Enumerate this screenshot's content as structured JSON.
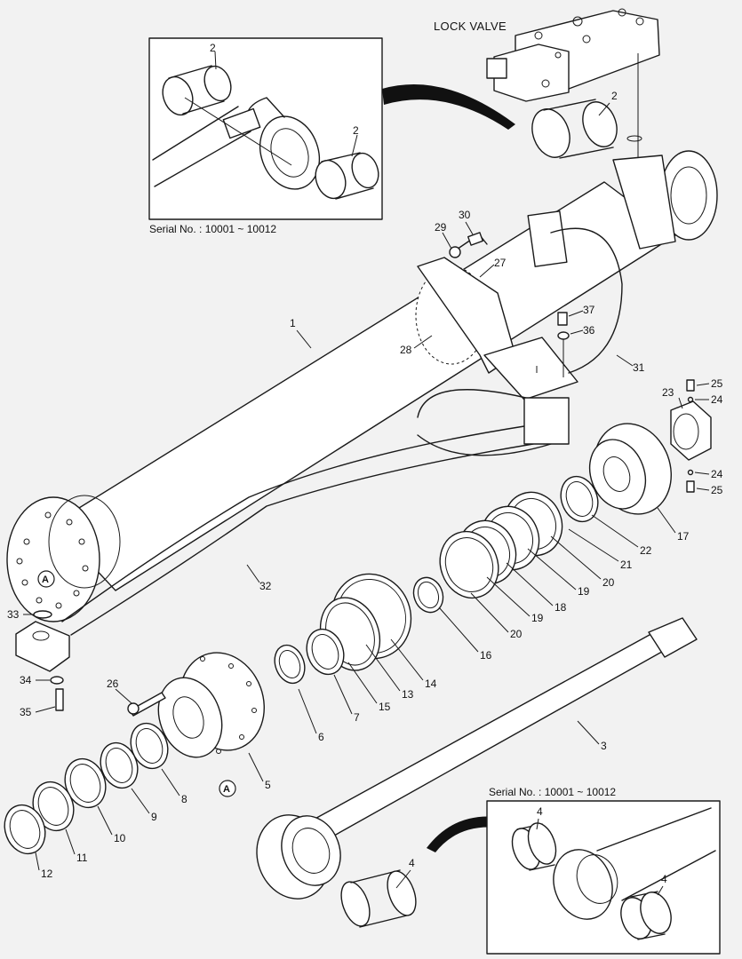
{
  "diagram": {
    "title": "LOCK VALVE",
    "inset_top": {
      "serial_label": "Serial No. : 10001 ~ 10012"
    },
    "inset_bottom": {
      "serial_label": "Serial No. : 10001 ~ 10012"
    },
    "marker_letter": "A",
    "callouts": {
      "c1": "1",
      "c2a": "2",
      "c2b": "2",
      "c2c": "2",
      "c3": "3",
      "c4a": "4",
      "c4b": "4",
      "c4c": "4",
      "c5": "5",
      "c6": "6",
      "c7": "7",
      "c8": "8",
      "c9": "9",
      "c10": "10",
      "c11": "11",
      "c12": "12",
      "c13": "13",
      "c14": "14",
      "c15": "15",
      "c16": "16",
      "c17": "17",
      "c18": "18",
      "c19a": "19",
      "c19b": "19",
      "c20a": "20",
      "c20b": "20",
      "c21": "21",
      "c22": "22",
      "c23": "23",
      "c24a": "24",
      "c24b": "24",
      "c25a": "25",
      "c25b": "25",
      "c26": "26",
      "c27": "27",
      "c28": "28",
      "c29": "29",
      "c30": "30",
      "c31": "31",
      "c32": "32",
      "c33": "33",
      "c34": "34",
      "c35": "35",
      "c36": "36",
      "c37": "37"
    }
  }
}
